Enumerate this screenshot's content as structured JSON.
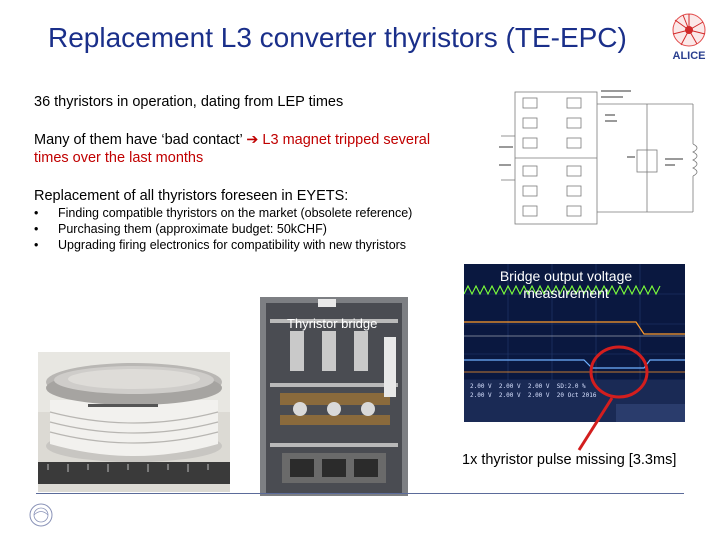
{
  "slide": {
    "title": "Replacement L3 converter thyristors (TE-EPC)",
    "line1": "36 thyristors in operation, dating from LEP times",
    "line2_part1": "Many of them have ‘bad contact’ ",
    "line2_arrow": "➔",
    "line2_part2": " L3 magnet tripped several times over the last months",
    "line3": "Replacement of all thyristors foreseen in EYETS:",
    "bullets": [
      "Finding compatible thyristors on the market (obsolete reference)",
      "Purchasing them (approximate budget: 50kCHF)",
      "Upgrading firing electronics for compatibility with new thyristors"
    ],
    "bullet_glyph": "•"
  },
  "logo": {
    "text": "ALICE",
    "icon": "alice-logo-icon"
  },
  "scope": {
    "label": "Bridge output voltage measurement",
    "readouts": [
      "2.00 V",
      "2.00 V",
      "2.00 V",
      "SD:2.0 %",
      "2.00 V",
      "2.00 V",
      "2.00 V",
      "20 Oct 2016"
    ]
  },
  "bridge": {
    "label": "Thyristor bridge"
  },
  "caption": {
    "text": "1x thyristor pulse missing [3.3ms]"
  },
  "colors": {
    "title": "#1a2f8a",
    "emphasis": "#c00000",
    "scope_bg": "#0a1840",
    "trace_green": "#7cff3a",
    "trace_orange": "#ff9a2a",
    "trace_blue": "#6fb0ff",
    "annotation": "#d31e1e"
  },
  "footer": {
    "icon": "cern-logo-icon"
  }
}
